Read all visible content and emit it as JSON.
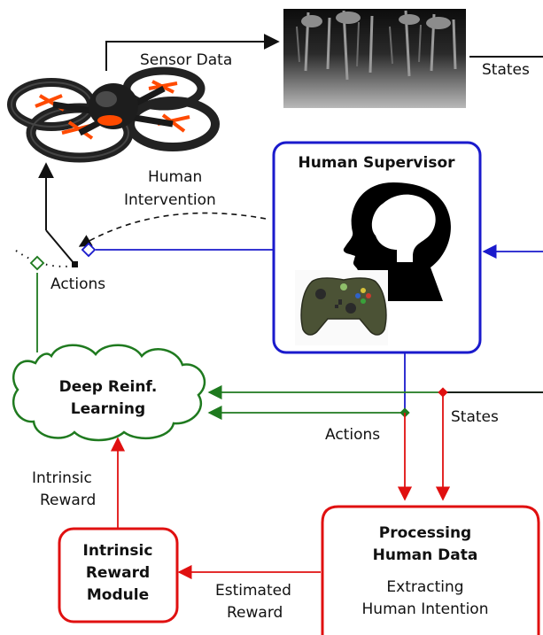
{
  "labels": {
    "sensor_data": "Sensor Data",
    "states_top": "States",
    "human_intervention_1": "Human",
    "human_intervention_2": "Intervention",
    "actions_left": "Actions",
    "human_supervisor": "Human Supervisor",
    "drl_1": "Deep Reinf.",
    "drl_2": "Learning",
    "actions_mid": "Actions",
    "states_mid": "States",
    "intrinsic_reward_1": "Intrinsic",
    "intrinsic_reward_2": "Reward",
    "irm_1": "Intrinsic",
    "irm_2": "Reward",
    "irm_3": "Module",
    "phd_1": "Processing",
    "phd_2": "Human Data",
    "phd_3": "Extracting",
    "phd_4": "Human Intention",
    "estimated_1": "Estimated",
    "estimated_2": "Reward"
  },
  "colors": {
    "blue": "#1a1acc",
    "green": "#1f7a1f",
    "red": "#e01010",
    "black": "#111111"
  }
}
